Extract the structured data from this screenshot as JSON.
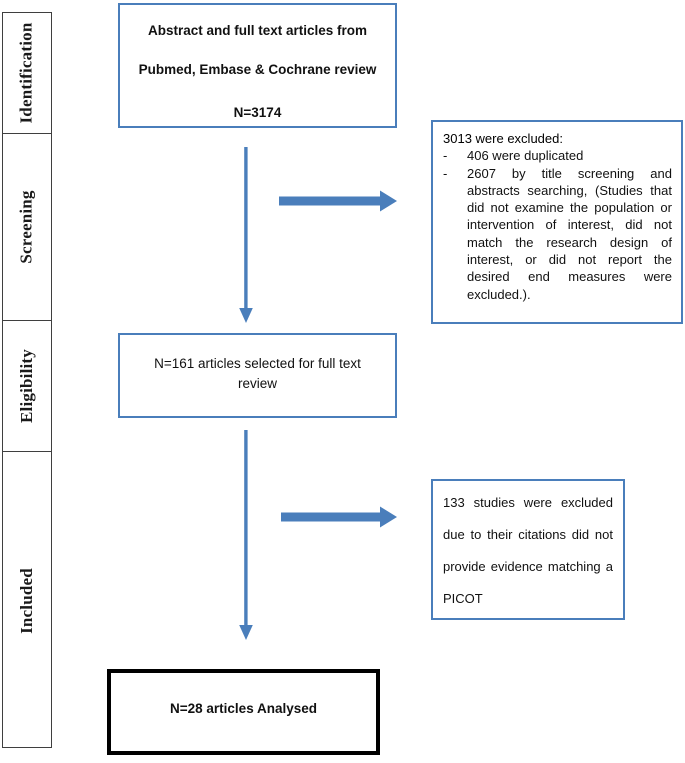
{
  "diagram": {
    "title": "PRISMA study selection flow diagram",
    "accent_color": "#4a7ebb",
    "border_black": "#000000"
  },
  "rail": {
    "stages": [
      {
        "label": "Identification"
      },
      {
        "label": "Screening"
      },
      {
        "label": "Eligibility"
      },
      {
        "label": "Included"
      }
    ]
  },
  "boxes": {
    "records": {
      "line1": "Abstract and full text articles from",
      "line2": "Pubmed, Embase & Cochrane review",
      "line3": "N=3174"
    },
    "excluded_1": {
      "heading": "3013 were excluded:",
      "bullet_marker": "-",
      "items": [
        "406 were duplicated",
        "2607 by title screening and abstracts searching, (Studies that did not examine the population or intervention of interest, did not match the research design of interest, or did not report the desired end measures were excluded.)."
      ]
    },
    "fulltext": {
      "text": "N=161 articles selected for full text review"
    },
    "excluded_2": {
      "text": "133 studies were excluded due to their citations did not provide evidence matching a PICOT"
    },
    "included": {
      "text": "N=28 articles Analysed"
    }
  },
  "arrows": {
    "down_1": {
      "name": "arrow-down-identification-to-screening"
    },
    "right_1": {
      "name": "arrow-right-to-excluded-1"
    },
    "down_2": {
      "name": "arrow-down-eligibility-to-included"
    },
    "right_2": {
      "name": "arrow-right-to-excluded-2"
    }
  }
}
